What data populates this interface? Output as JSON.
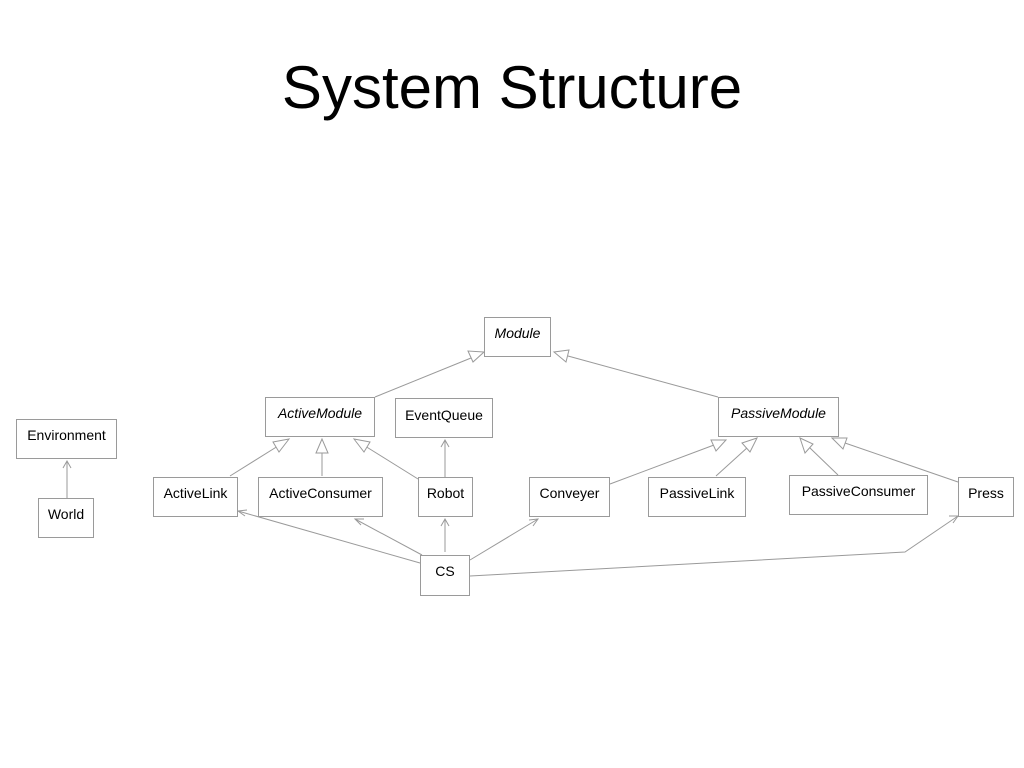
{
  "title": "System Structure",
  "classes": {
    "module": "Module",
    "active_module": "ActiveModule",
    "event_queue": "EventQueue",
    "passive_module": "PassiveModule",
    "environment": "Environment",
    "world": "World",
    "active_link": "ActiveLink",
    "active_consumer": "ActiveConsumer",
    "robot": "Robot",
    "conveyer": "Conveyer",
    "passive_link": "PassiveLink",
    "passive_consumer": "PassiveConsumer",
    "press": "Press",
    "cs": "CS"
  },
  "abstract_classes": [
    "Module",
    "ActiveModule",
    "PassiveModule"
  ],
  "generalizations": [
    [
      "ActiveModule",
      "Module"
    ],
    [
      "PassiveModule",
      "Module"
    ],
    [
      "ActiveLink",
      "ActiveModule"
    ],
    [
      "ActiveConsumer",
      "ActiveModule"
    ],
    [
      "Robot",
      "ActiveModule"
    ],
    [
      "Conveyer",
      "PassiveModule"
    ],
    [
      "PassiveLink",
      "PassiveModule"
    ],
    [
      "PassiveConsumer",
      "PassiveModule"
    ],
    [
      "Press",
      "PassiveModule"
    ]
  ],
  "associations": [
    [
      "World",
      "Environment"
    ],
    [
      "Robot",
      "EventQueue"
    ],
    [
      "CS",
      "ActiveLink"
    ],
    [
      "CS",
      "ActiveConsumer"
    ],
    [
      "CS",
      "Robot"
    ],
    [
      "CS",
      "Conveyer"
    ],
    [
      "CS",
      "Press"
    ]
  ]
}
